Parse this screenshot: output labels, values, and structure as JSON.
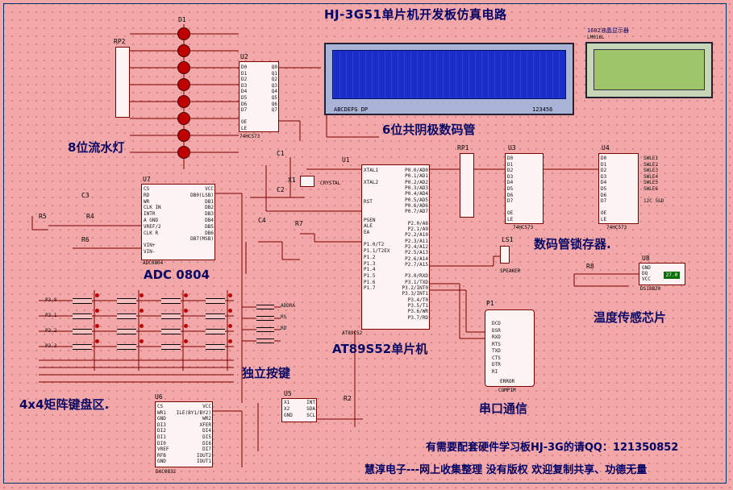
{
  "title": "HJ-3G51单片机开发板仿真电路",
  "labels": {
    "led_flow": "8位流水灯",
    "seg_display": "6位共阴极数码管",
    "lcd1602": "1602液晶显示器",
    "latch": "数码管锁存器.",
    "adc": "ADC 0804",
    "temp_sensor": "温度传感芯片",
    "indep_keys": "独立按键",
    "mcu": "AT89S52单片机",
    "matrix_keys": "4x4矩阵键盘区.",
    "serial": "串口通信"
  },
  "footer": {
    "line1": "有需要配套硬件学习板HJ-3G的请QQ：121350852",
    "line2": "慧淳电子---网上收集整理 没有版权 欢迎复制共享、功德无量"
  },
  "refs": {
    "d1": "D1",
    "rp2": "RP2",
    "u2": "U2",
    "u2_part": "74HC573",
    "u1": "U1",
    "u1_part": "AT89C52",
    "rp1": "RP1",
    "u3": "U3",
    "u3_part": "74HC573",
    "u4": "U4",
    "u4_part": "74HC573",
    "u7": "U7",
    "u7_part": "ADC0804",
    "c1": "C1",
    "c2": "C2",
    "c3": "C3",
    "c4": "C4",
    "x1": "X1",
    "x1_part": "CRYSTAL",
    "r4": "R4",
    "r5": "R5",
    "r6": "R6",
    "r7": "R7",
    "r8": "R8",
    "r2": "R2",
    "ls1": "LS1",
    "ls1_part": "SPEAKER",
    "u8": "U8",
    "u8_part": "DS18B20",
    "u8_value": "27.0",
    "p1": "P1",
    "p1_part": "COMPIM",
    "p1_error": "ERROR",
    "u5": "U5",
    "u6": "U6",
    "u6_part": "DAC0832",
    "lcd_part": "LM016L",
    "seg_digits": "ABCDEFG DP",
    "seg_nums": "123456"
  },
  "u2_pins_left": [
    "D0",
    "D1",
    "D2",
    "D3",
    "D4",
    "D5",
    "D6",
    "D7",
    "",
    "OE",
    "LE"
  ],
  "u2_pins_right": [
    "Q0",
    "Q1",
    "Q2",
    "Q3",
    "Q4",
    "Q5",
    "Q6",
    "Q7"
  ],
  "u1_pins_left": [
    "XTAL1",
    "",
    "XTAL2",
    "",
    "",
    "RST",
    "",
    "",
    "PSEN",
    "ALE",
    "EA",
    "",
    "P1.0/T2",
    "P1.1/T2EX",
    "P1.2",
    "P1.3",
    "P1.4",
    "P1.5",
    "P1.6",
    "P1.7"
  ],
  "u1_pins_right": [
    "P0.0/AD0",
    "P0.1/AD1",
    "P0.2/AD2",
    "P0.3/AD3",
    "P0.4/AD4",
    "P0.5/AD5",
    "P0.6/AD6",
    "P0.7/AD7",
    "",
    "P2.0/A8",
    "P2.1/A9",
    "P2.2/A10",
    "P2.3/A11",
    "P2.4/A12",
    "P2.5/A13",
    "P2.6/A14",
    "P2.7/A15",
    "",
    "P3.0/RXD",
    "P3.1/TXD",
    "P3.2/INT0",
    "P3.3/INT1",
    "P3.4/T0",
    "P3.5/T1",
    "P3.6/WR",
    "P3.7/RD"
  ],
  "u7_pins_left": [
    "CS",
    "RD",
    "WR",
    "CLK IN",
    "INTR",
    "A GND",
    "VREF/2",
    "CLK R",
    "",
    "VIN+",
    "VIN-"
  ],
  "u7_pins_right": [
    "VCC",
    "DB0(LSB)",
    "DB1",
    "DB2",
    "DB3",
    "DB4",
    "DB5",
    "DB6",
    "DB7(MSB)"
  ],
  "u3_pins": [
    "D0",
    "D1",
    "D2",
    "D3",
    "D4",
    "D5",
    "D6",
    "D7",
    "",
    "OE",
    "LE"
  ],
  "u4_pins": [
    "D0",
    "D1",
    "D2",
    "D3",
    "D4",
    "D5",
    "D6",
    "D7",
    "",
    "OE",
    "LE"
  ],
  "u4_nets": [
    "SWLE1",
    "SWLE2",
    "SWLE3",
    "SWLE4",
    "SWLE5",
    "SWLE6",
    "",
    "12C S&D"
  ],
  "p1_pins": [
    "DCD",
    "DSR",
    "RXD",
    "RTS",
    "TXD",
    "CTS",
    "DTR",
    "RI"
  ],
  "u8_pins": [
    "GND",
    "DQ",
    "VCC"
  ],
  "u6_pins": [
    "CS",
    "WR1",
    "GND",
    "DI3",
    "DI2",
    "DI1",
    "DI0",
    "VREF",
    "RFB",
    "GND"
  ],
  "u6_pins_right": [
    "VCC",
    "ILE(BY1/BY2)",
    "WR2",
    "XFER",
    "DI4",
    "DI5",
    "DI6",
    "DI7",
    "IOUT2",
    "IOUT1"
  ],
  "u5_pins": [
    "X1",
    "X2",
    "GND"
  ],
  "u5_pins_right": [
    "INT",
    "SDA",
    "SCL"
  ],
  "matrix_rows": [
    "P3.0",
    "P3.1",
    "P3.2",
    "P3.3"
  ],
  "key_nets": [
    "ADDRA",
    "RS",
    "RD"
  ],
  "colors": {
    "background": "#f2a8a8",
    "wire": "#7a0000",
    "led": "#c00000",
    "lcd_blue": "#1a2fc8",
    "lcd_green": "#9fc56b",
    "text_blue": "#000066"
  }
}
